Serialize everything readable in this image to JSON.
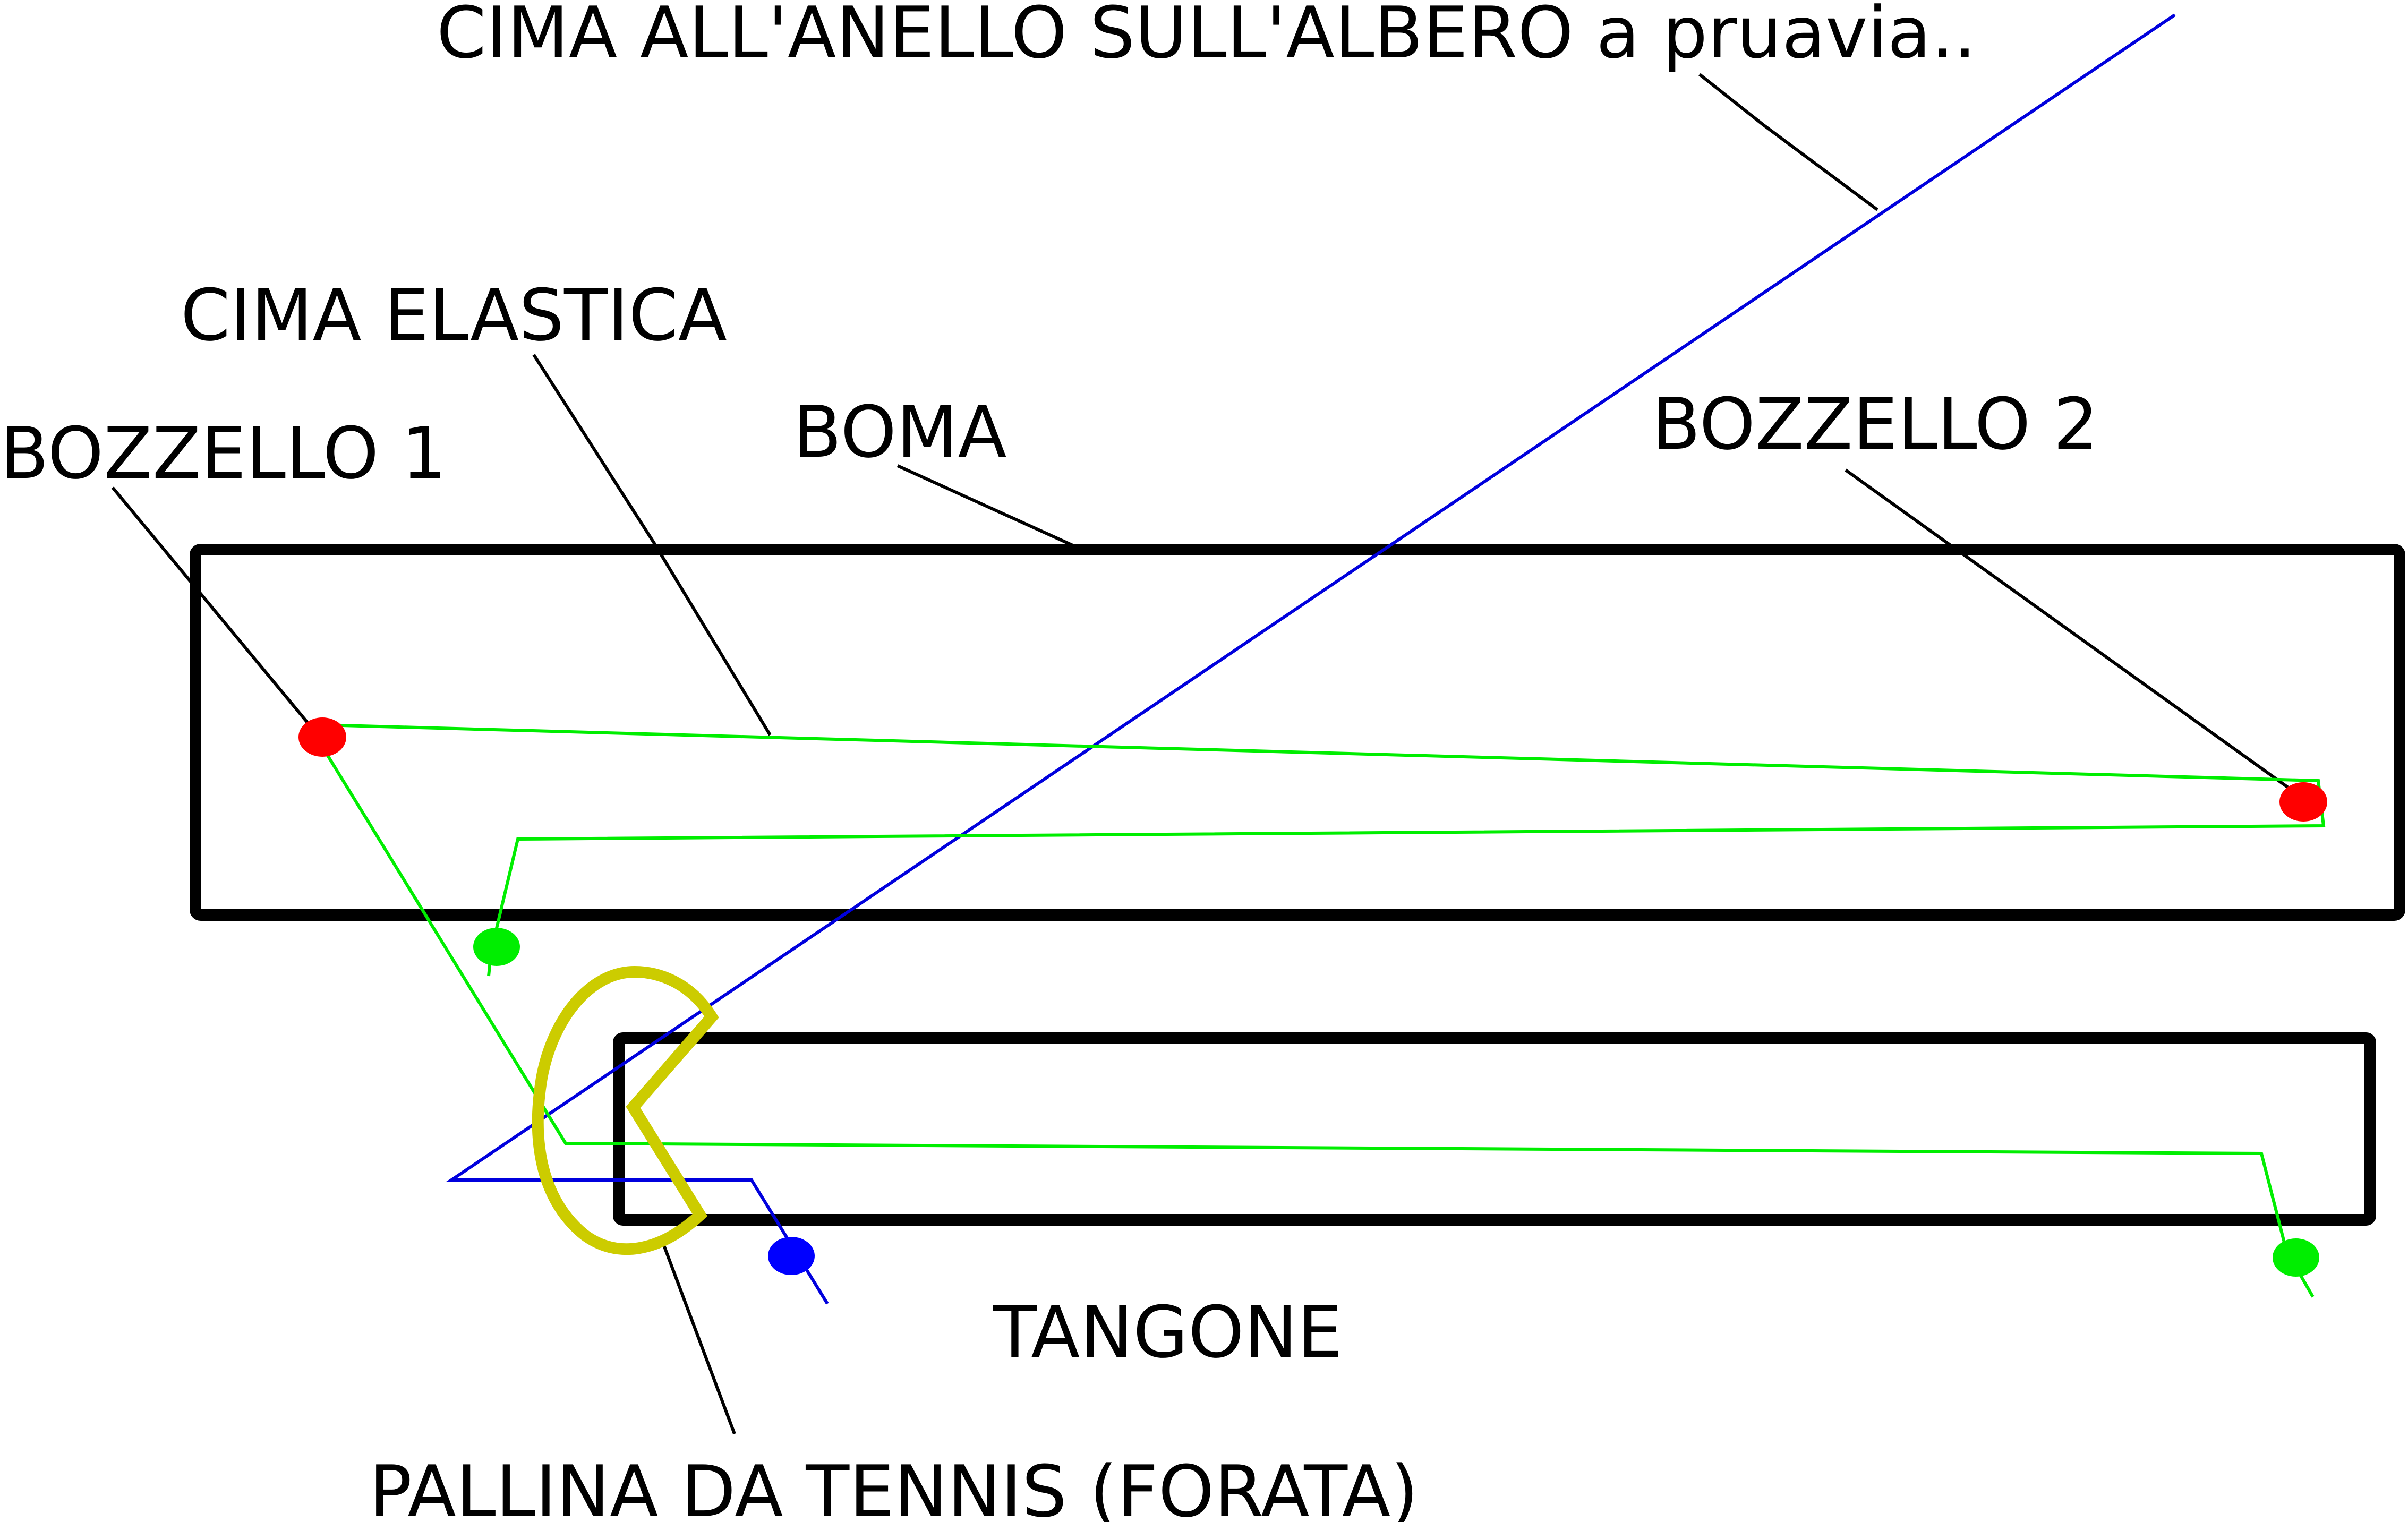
{
  "labels": {
    "cima_albero": "CIMA ALL'ANELLO SULL'ALBERO a pruavia..",
    "cima_elastica": "CIMA ELASTICA",
    "bozzello_1": "BOZZELLO 1",
    "boma": "BOMA",
    "bozzello_2": "BOZZELLO 2",
    "tangone": "TANGONE",
    "pallina": "PALLINA DA TENNIS (FORATA)"
  },
  "colors": {
    "outline": "#000000",
    "mast_line": "#0000dd",
    "elastic_line": "#00ee00",
    "block": "#ff0000",
    "tennis_ball": "#cccc00",
    "blue_knot": "#0000ff",
    "green_knot": "#00ee00"
  }
}
